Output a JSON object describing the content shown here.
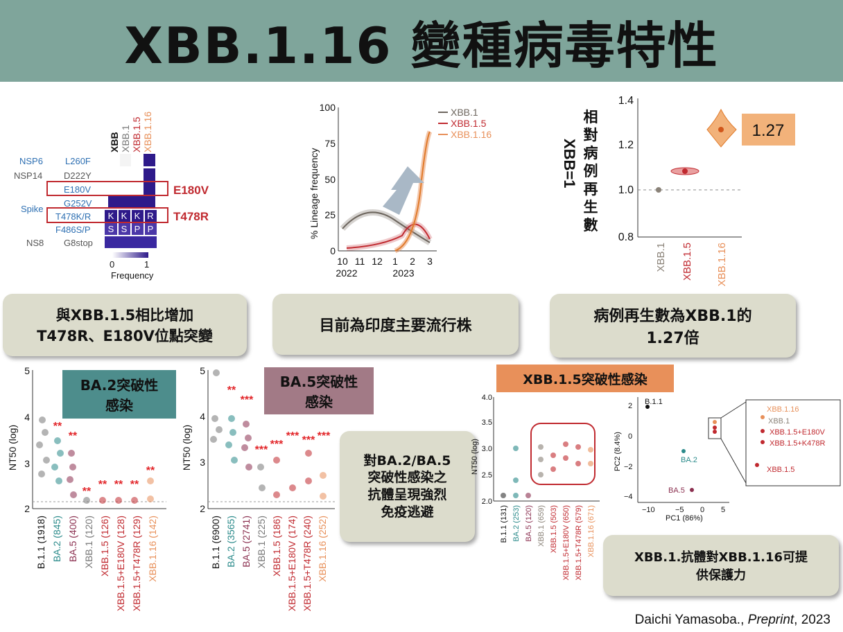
{
  "title": "XBB.1.16 變種病毒特性",
  "mutation_panel": {
    "variants": [
      "XBB",
      "XBB.1",
      "XBB.1.5",
      "XBB.1.16"
    ],
    "groups": [
      "NSP6",
      "NSP14",
      "Spike",
      "NS8"
    ],
    "mutations": [
      "L260F",
      "D222Y",
      "E180V",
      "G252V",
      "T478K/R",
      "F486S/P",
      "G8stop"
    ],
    "t478_letters": [
      "K",
      "K",
      "K",
      "R"
    ],
    "f486_letters": [
      "S",
      "S",
      "P",
      "P"
    ],
    "highlight_e180v": "E180V",
    "highlight_t478r": "T478R",
    "legend_min": "0",
    "legend_max": "1",
    "legend_label": "Frequency"
  },
  "lineage_chart": {
    "ylabel": "% Lineage frequency",
    "yticks": [
      "0",
      "25",
      "50",
      "75",
      "100"
    ],
    "xticks": [
      "10",
      "11",
      "12",
      "1",
      "2",
      "3"
    ],
    "year_labels": [
      "2022",
      "2023"
    ],
    "legend": [
      "XBB.1",
      "XBB.1.5",
      "XBB.1.16"
    ]
  },
  "r_chart": {
    "side_label_chars": [
      "相",
      "對",
      "病",
      "例",
      "再",
      "生",
      "數"
    ],
    "side_label_sub": "XBB=1",
    "yticks": [
      "0.8",
      "1.0",
      "1.2",
      "1.4"
    ],
    "xticks": [
      "XBB.1",
      "XBB.1.5",
      "XBB.1.16"
    ],
    "callout": "1.27"
  },
  "boxes": {
    "box1_line1": "與XBB.1.5相比增加",
    "box1_line2": "T478R、E180V位點突變",
    "box2": "目前為印度主要流行株",
    "box3_line1": "病例再生數為XBB.1的",
    "box3_line2": "1.27倍",
    "box4_line1": "對BA.2/BA.5",
    "box4_line2": "突破性感染之",
    "box4_line3": "抗體呈現強烈",
    "box4_line4": "免疫逃避",
    "box5_line1": "XBB.1.抗體對XBB.1.16可提",
    "box5_line2": "供保護力"
  },
  "ba2_chart": {
    "title_line1": "BA.2突破性",
    "title_line2": "感染",
    "ylabel": "NT50 (log)",
    "yticks": [
      "2",
      "3",
      "4",
      "5"
    ],
    "xticks": [
      "B.1.1 (1918)",
      "BA.2 (845)",
      "BA.5 (400)",
      "XBB.1 (120)",
      "XBB.1.5 (126)",
      "XBB.1.5+E180V (128)",
      "XBB.1.5+T478R (129)",
      "XBB.1.16 (142)"
    ],
    "stars": [
      "",
      "**",
      "**",
      "**",
      "**",
      "**",
      "**",
      "**"
    ]
  },
  "ba5_chart": {
    "title_line1": "BA.5突破性",
    "title_line2": "感染",
    "ylabel": "NT50 (log)",
    "yticks": [
      "2",
      "3",
      "4",
      "5"
    ],
    "xticks": [
      "B.1.1 (6900)",
      "BA.2 (3565)",
      "BA.5 (2741)",
      "XBB.1 (225)",
      "XBB.1.5 (186)",
      "XBB.1.5+E180V (174)",
      "XBB.1.5+T478R (240)",
      "XBB.1.16 (252)"
    ],
    "stars": [
      "",
      "**",
      "***",
      "***",
      "***",
      "***",
      "***",
      "***"
    ]
  },
  "xbb15_chart": {
    "title": "XBB.1.5突破性感染",
    "ylabel": "NT50 (log)",
    "yticks": [
      "2.0",
      "2.5",
      "3.0",
      "3.5",
      "4.0"
    ],
    "xticks": [
      "B.1.1 (131)",
      "BA.2 (253)",
      "BA.5 (120)",
      "XBB.1 (659)",
      "XBB.1.5 (503)",
      "XBB.1.5+E180V (650)",
      "XBB.1.5+T478R (579)",
      "XBB.1.16 (671)"
    ]
  },
  "pca_chart": {
    "xlabel": "PC1 (86%)",
    "ylabel": "PC2 (8.4%)",
    "xticks": [
      "−10",
      "−5",
      "0",
      "5"
    ],
    "yticks": [
      "2",
      "0",
      "−2",
      "−4"
    ],
    "labels": [
      "B.1.1",
      "BA.2",
      "BA.5",
      "XBB.1.5"
    ],
    "zoom_labels": [
      "XBB.1.16",
      "XBB.1",
      "XBB.1.5+E180V",
      "XBB.1.5+K478R"
    ]
  },
  "citation_author": "Daichi Yamasoba., ",
  "citation_journal": "Preprint",
  "citation_year": ", 2023",
  "colors": {
    "header": "#7fa59b",
    "ba2_title": "#4d8d8c",
    "ba5_title": "#a27a86",
    "xbb15_title": "#e8905a",
    "callout": "#f2b27a",
    "highlight": "#c0292f"
  }
}
